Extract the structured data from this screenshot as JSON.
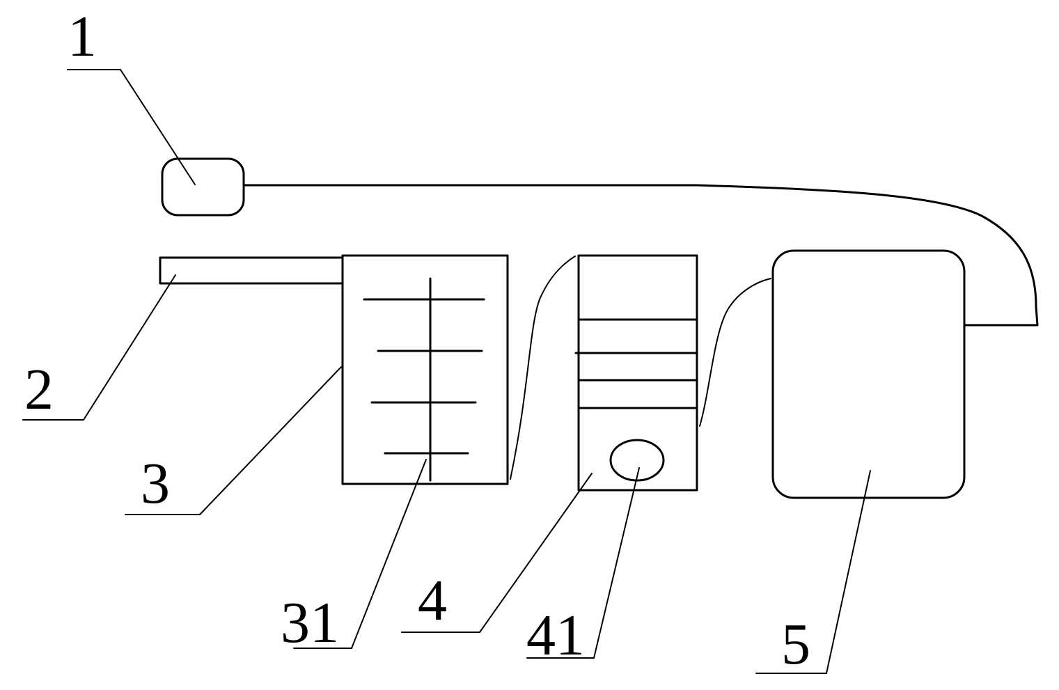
{
  "labels": {
    "part_1": "1",
    "part_2": "2",
    "part_3": "3",
    "part_31": "31",
    "part_4": "4",
    "part_41": "41",
    "part_5": "5"
  },
  "colors": {
    "line": "#000000",
    "background": "#ffffff"
  }
}
